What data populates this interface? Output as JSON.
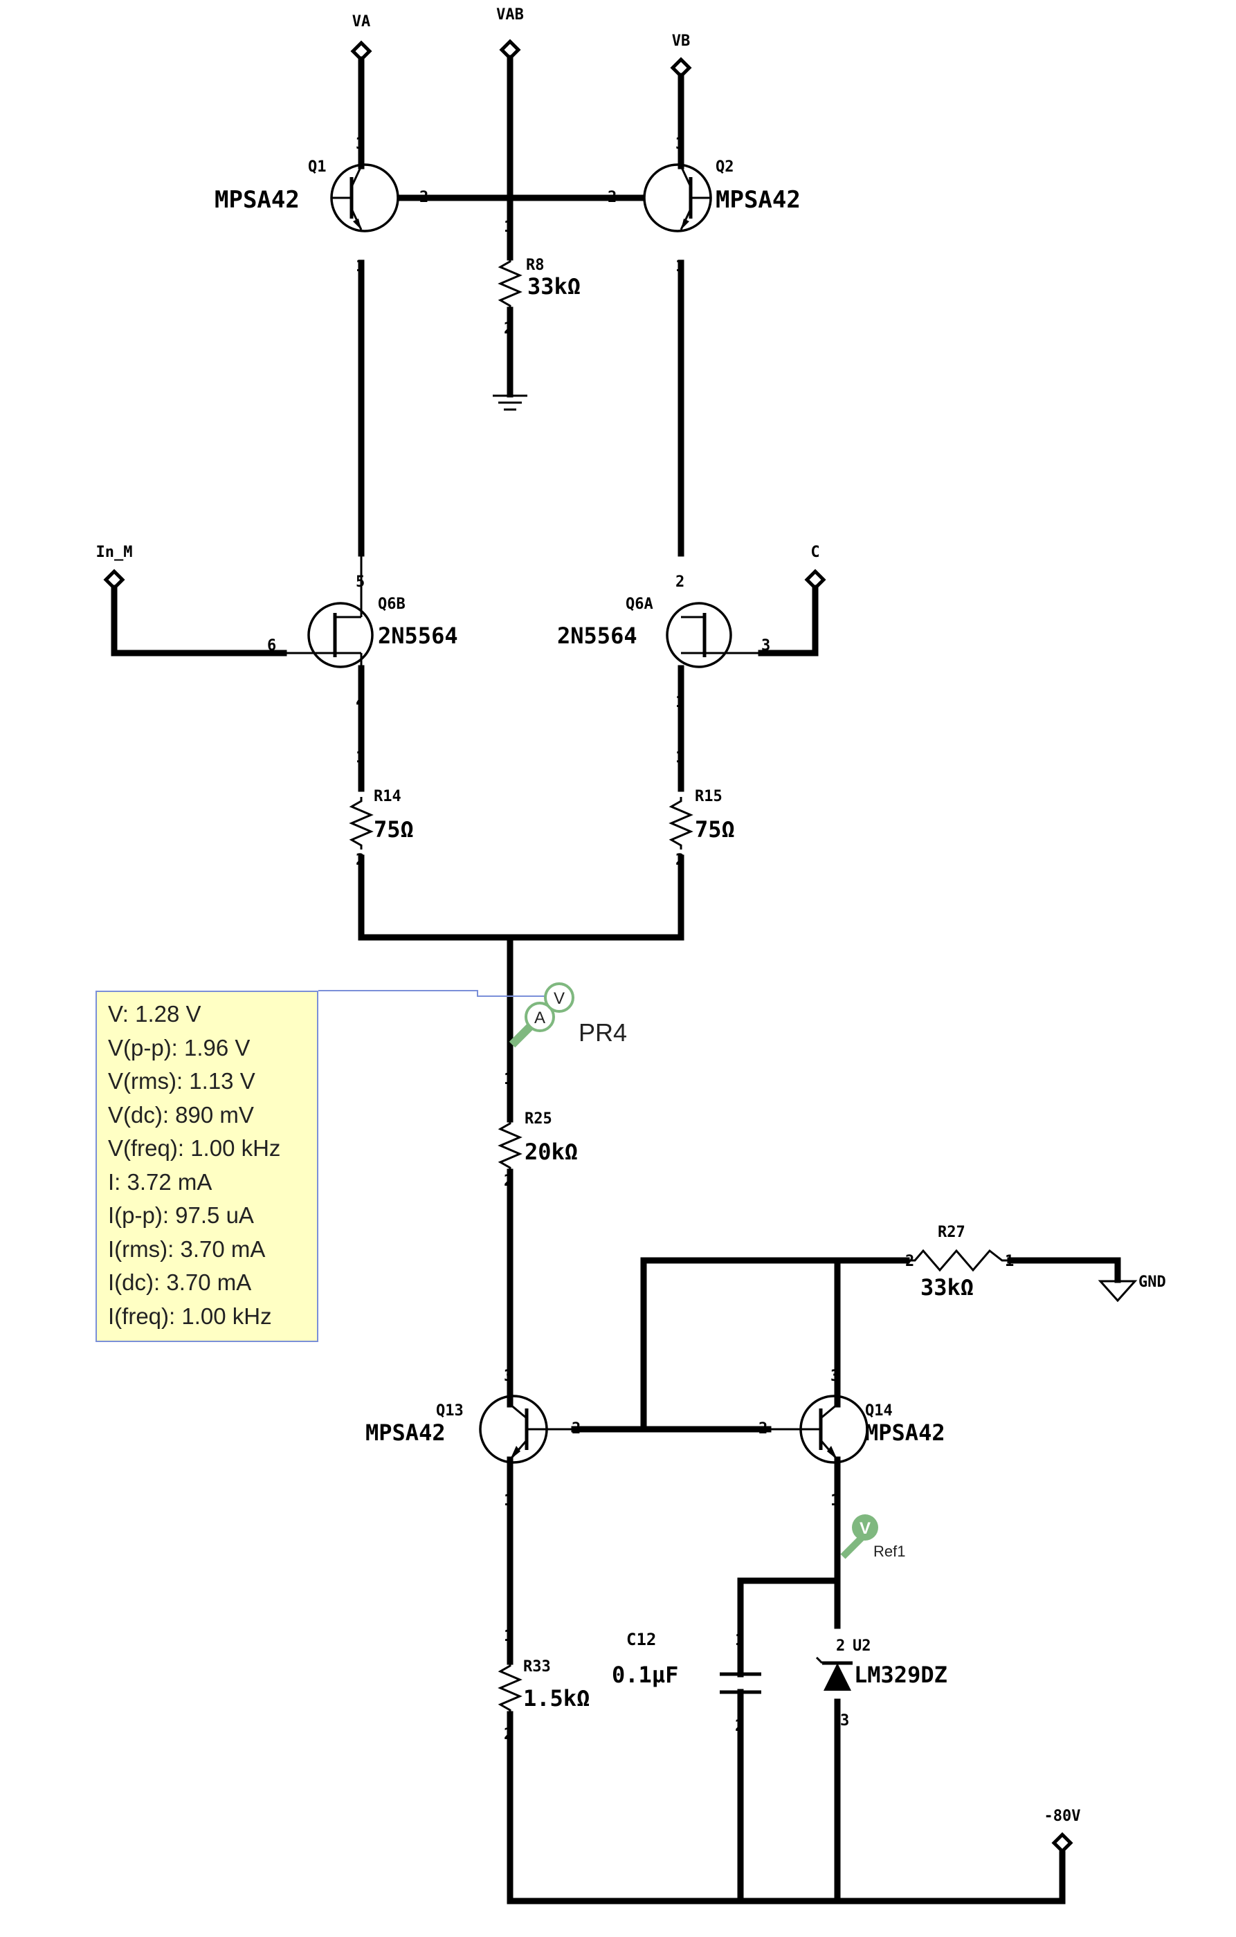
{
  "ports": {
    "va": "VA",
    "vab": "VAB",
    "vb": "VB",
    "in_m": "In_M",
    "c": "C",
    "gnd": "GND",
    "neg80": "-80V"
  },
  "components": {
    "q1": {
      "ref": "Q1",
      "value": "MPSA42"
    },
    "q2": {
      "ref": "Q2",
      "value": "MPSA42"
    },
    "q6b": {
      "ref": "Q6B",
      "value": "2N5564"
    },
    "q6a": {
      "ref": "Q6A",
      "value": "2N5564"
    },
    "q13": {
      "ref": "Q13",
      "value": "MPSA42"
    },
    "q14": {
      "ref": "Q14",
      "value": "MPSA42"
    },
    "r8": {
      "ref": "R8",
      "value": "33kΩ"
    },
    "r14": {
      "ref": "R14",
      "value": "75Ω"
    },
    "r15": {
      "ref": "R15",
      "value": "75Ω"
    },
    "r25": {
      "ref": "R25",
      "value": "20kΩ"
    },
    "r27": {
      "ref": "R27",
      "value": "33kΩ"
    },
    "r33": {
      "ref": "R33",
      "value": "1.5kΩ"
    },
    "c12": {
      "ref": "C12",
      "value": "0.1µF"
    },
    "u2": {
      "ref": "U2",
      "value": "LM329DZ"
    }
  },
  "pins": {
    "p1": "1",
    "p2": "2",
    "p3": "3",
    "p4": "4",
    "p5": "5",
    "p6": "6"
  },
  "probes": {
    "pr4": {
      "name": "PR4",
      "a_symbol": "A",
      "v_symbol": "V"
    },
    "ref1": {
      "name": "Ref1",
      "v_symbol": "V"
    }
  },
  "probe_readout": [
    "V: 1.28 V",
    "V(p-p): 1.96 V",
    "V(rms): 1.13 V",
    "V(dc): 890 mV",
    "V(freq): 1.00 kHz",
    "I: 3.72 mA",
    "I(p-p): 97.5 uA",
    "I(rms): 3.70 mA",
    "I(dc): 3.70 mA",
    "I(freq): 1.00 kHz"
  ],
  "colors": {
    "wire": "#000000",
    "probe_fill": "#ffffc4",
    "probe_border": "#7a8fd8",
    "probe_icon": "#7fb87f"
  }
}
